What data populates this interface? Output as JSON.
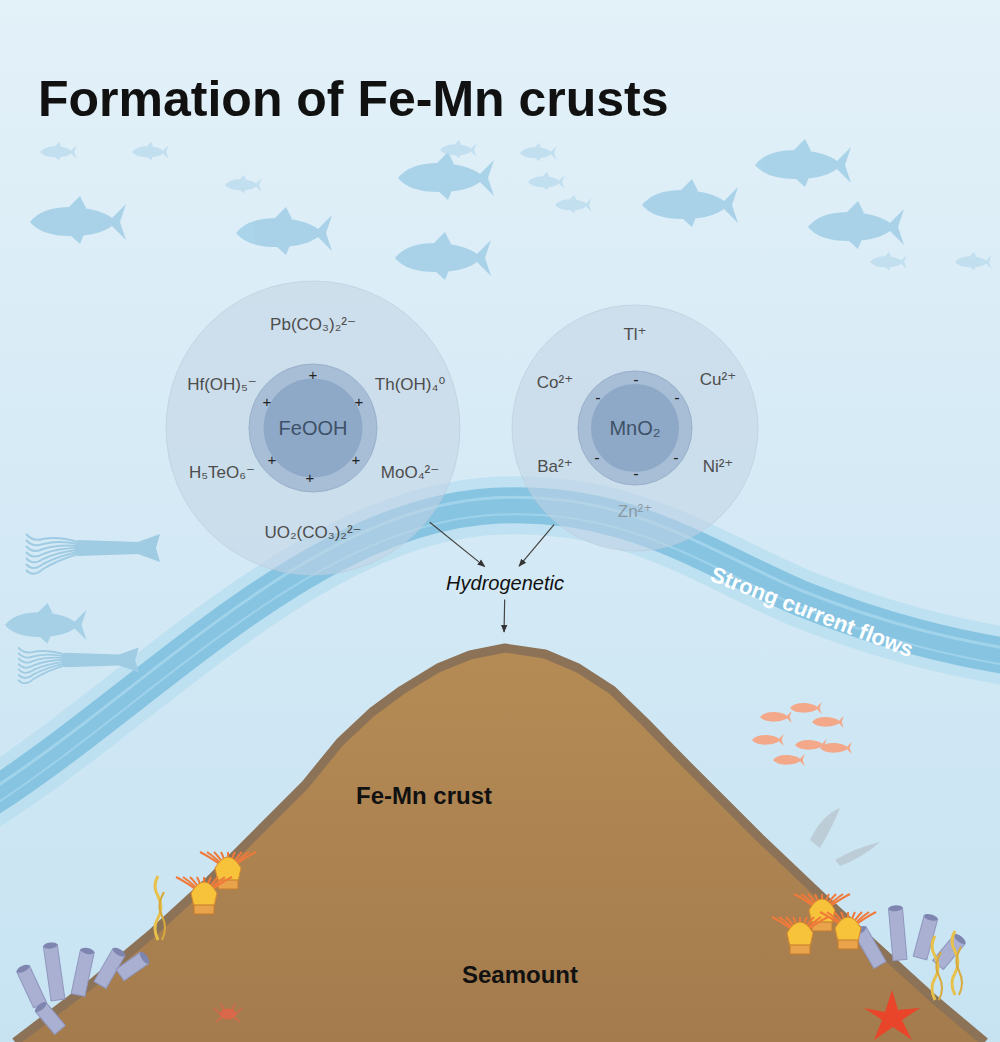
{
  "diagram": {
    "title": "Formation of Fe-Mn crusts",
    "nodes": [
      {
        "text": [
          "Pb(CO₃)₂²⁻",
          "Hf(OH)₅⁻",
          "Th(OH)₄⁰",
          "H₅TeO₆⁻",
          "MoO₄²⁻",
          "UO₂(CO₃)₂²⁻"
        ]
      },
      {
        "text": [
          "FeOOH",
          "+",
          "+",
          "+",
          "+",
          "+",
          "+"
        ],
        "in": 0
      },
      {
        "text": [
          "Tl⁺",
          "Co²⁺",
          "Cu²⁺",
          "Ba²⁺",
          "Ni²⁺",
          "Zn²⁺"
        ]
      },
      {
        "text": [
          "MnO₂",
          "-",
          "-",
          "-",
          "-",
          "-",
          "-"
        ],
        "in": 2
      },
      {
        "text": [
          "Hydrogenetic"
        ]
      },
      {
        "text": [
          "Seamount"
        ]
      }
    ],
    "edges": [
      {
        "from": 0,
        "to": 4,
        "arrow": "to"
      },
      {
        "from": 2,
        "to": 4,
        "arrow": "to"
      },
      {
        "from": 4,
        "to": 5,
        "arrow": "to"
      }
    ],
    "labels": [
      "Fe-Mn crust",
      "Strong current flows"
    ]
  }
}
